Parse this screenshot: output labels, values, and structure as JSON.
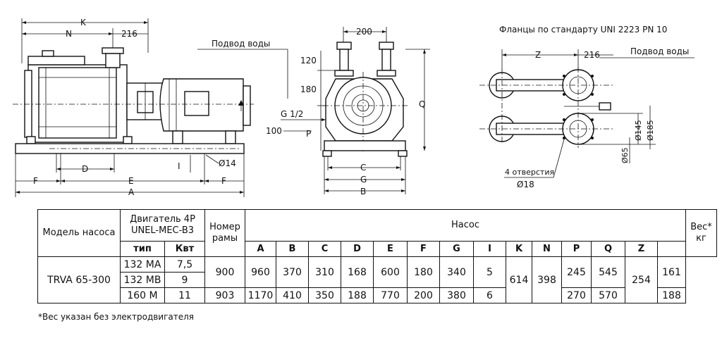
{
  "drawing": {
    "side_view": {
      "dims": {
        "K": "K",
        "N": "N",
        "d216": "216",
        "F_left": "F",
        "D": "D",
        "E": "E",
        "A": "A",
        "F_right": "F",
        "I": "I",
        "hole": "Ø14"
      }
    },
    "front_view": {
      "water_inlet": "Подвод воды",
      "dims": {
        "d200": "200",
        "d120": "120",
        "d180": "180",
        "G12": "G 1/2",
        "d100": "100",
        "P": "P",
        "Q": "Q",
        "C": "C",
        "G": "G",
        "B": "B"
      }
    },
    "flange_view": {
      "title": "Фланцы по стандарту UNI 2223 PN 10",
      "water_inlet": "Подвод воды",
      "dims": {
        "Z": "Z",
        "d216": "216",
        "d145": "Ø145",
        "d185": "Ø185",
        "d65": "Ø65",
        "holes": "4 отверстия",
        "d18": "Ø18"
      }
    }
  },
  "table": {
    "model_header": "Модель насоса",
    "motor_header": "Двигатель 4P UNEL-MEC-B3",
    "motor_type": "тип",
    "motor_kw": "Квт",
    "frame_header": "Номер рамы",
    "pump_header": "Насос",
    "weight_header": "Вес* кг",
    "columns": [
      "A",
      "B",
      "C",
      "D",
      "E",
      "F",
      "G",
      "I",
      "K",
      "N",
      "P",
      "Q",
      "Z"
    ],
    "model": "TRVA 65-300",
    "rows": [
      {
        "type": "132 MA",
        "kw": "7,5"
      },
      {
        "type": "132 MB",
        "kw": "9"
      },
      {
        "type": "160 M",
        "kw": "11"
      }
    ],
    "frame": [
      "900",
      "903"
    ],
    "group1": {
      "A": "960",
      "B": "370",
      "C": "310",
      "D": "168",
      "E": "600",
      "F": "180",
      "G": "340",
      "I": "5",
      "P": "245",
      "Q": "545",
      "weight": "161"
    },
    "group2": {
      "A": "1170",
      "B": "410",
      "C": "350",
      "D": "188",
      "E": "770",
      "F": "200",
      "G": "380",
      "I": "6",
      "P": "270",
      "Q": "570",
      "weight": "188"
    },
    "shared": {
      "K": "614",
      "N": "398",
      "Z": "254"
    }
  },
  "footnote": "*Вес указан без электродвигателя"
}
